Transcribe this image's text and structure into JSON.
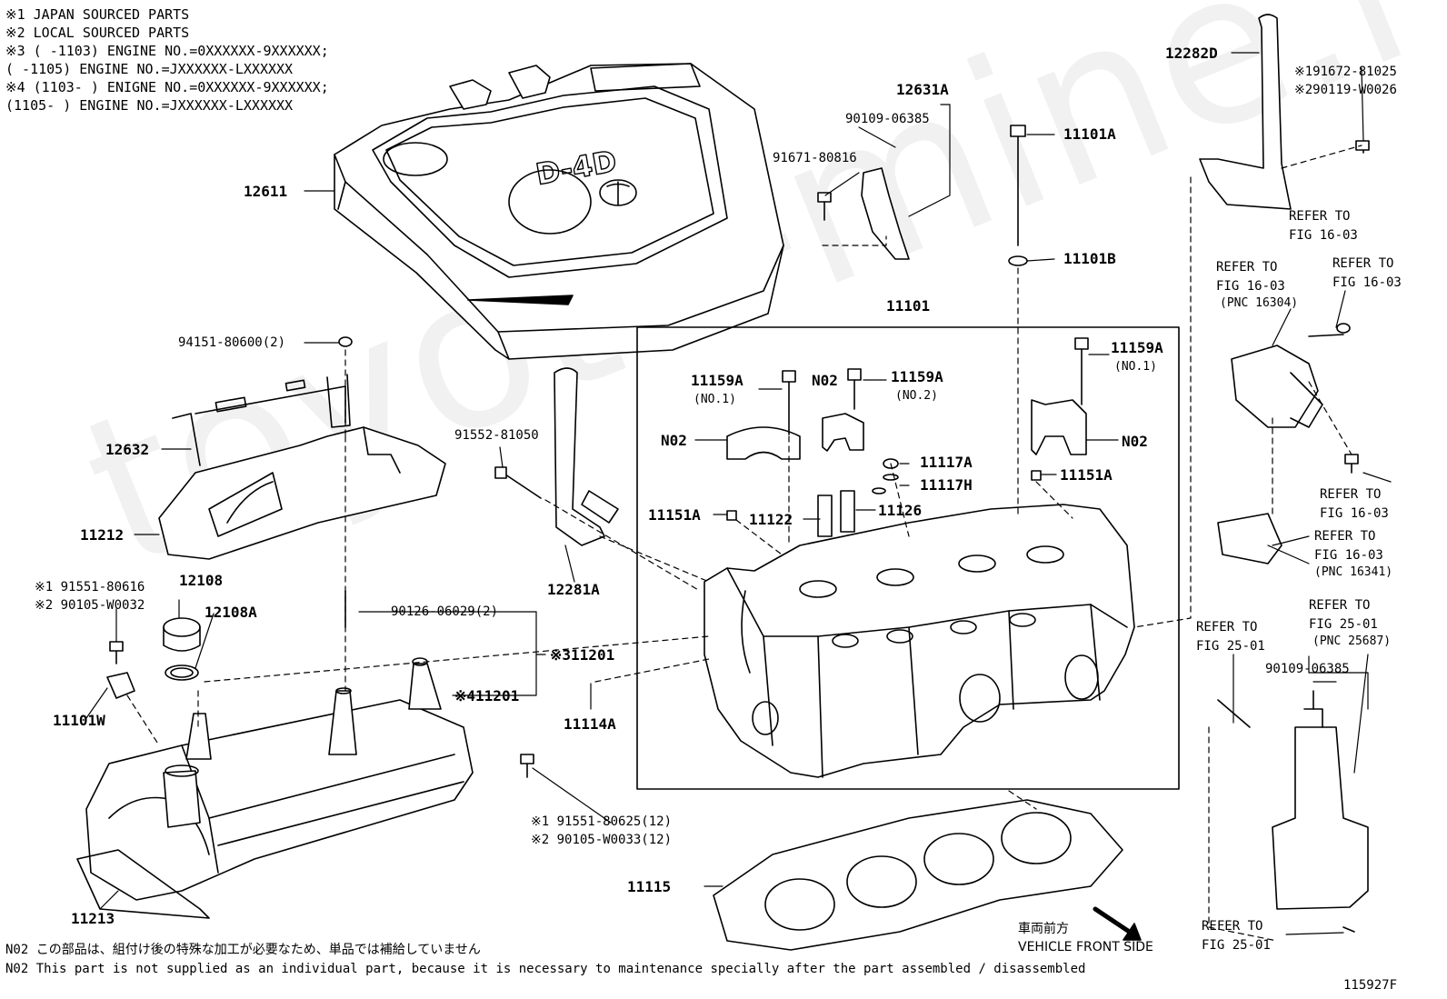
{
  "watermark": "toyota-mine.ru",
  "legend": [
    "※1 JAPAN SOURCED PARTS",
    "※2 LOCAL SOURCED PARTS",
    "※3 (     -1103) ENGINE NO.=0XXXXXX-9XXXXXX;",
    "    (     -1105) ENGINE NO.=JXXXXXX-LXXXXXX",
    "※4 (1103-     ) ENIGNE NO.=0XXXXXX-9XXXXXX;",
    "    (1105-     ) ENGINE NO.=JXXXXXX-LXXXXXX"
  ],
  "labels": {
    "p12611": "12611",
    "p12631A": "12631A",
    "p90109a": "90109-06385",
    "p91671": "91671-80816",
    "p11101A": "11101A",
    "p11101B": "11101B",
    "p12282D": "12282D",
    "p191672": "※191672-81025",
    "p290119": "※290119-W0026",
    "p94151": "94151-80600(2)",
    "p12632": "12632",
    "p11212": "11212",
    "p91552": "91552-81050",
    "p11101": "11101",
    "p11159A_1": "11159A",
    "p11159A_1n": "(NO.1)",
    "pN02_a": "N02",
    "p11159A_2": "11159A",
    "p11159A_2n": "(NO.2)",
    "p11159A_3": "11159A",
    "p11159A_3n": "(NO.1)",
    "pN02_b": "N02",
    "pN02_c": "N02",
    "p11117A": "11117A",
    "p11117H": "11117H",
    "p11151A_a": "11151A",
    "p11151A_b": "11151A",
    "p11122": "11122",
    "p11126": "11126",
    "p12281A": "12281A",
    "p91551a1": "※1 91551-80616",
    "p90105a2": "※2 90105-W0032",
    "p12108": "12108",
    "p12108A": "12108A",
    "p90126": "90126-06029(2)",
    "p11201a": "※311201",
    "p11201b": "※411201",
    "p11114A": "11114A",
    "p11101W": "11101W",
    "p91551b1": "※1 91551-80625(12)",
    "p90105b2": "※2 90105-W0033(12)",
    "p11213": "11213",
    "p11115": "11115",
    "ref1_a": "REFER TO",
    "ref1_b": "FIG 16-03",
    "ref2_a": "REFER TO",
    "ref2_b": "FIG 16-03",
    "ref2_c": "(PNC 16304)",
    "ref3_a": "REFER TO",
    "ref3_b": "FIG 16-03",
    "ref4_a": "REFER TO",
    "ref4_b": "FIG 16-03",
    "ref5_a": "REFER TO",
    "ref5_b": "FIG 16-03",
    "ref5_c": "(PNC 16341)",
    "ref6_a": "REFER TO",
    "ref6_b": "FIG 25-01",
    "ref6_c": "(PNC 25687)",
    "ref7_a": "REFER TO",
    "ref7_b": "FIG 25-01",
    "p90109b": "90109-06385",
    "ref8_a": "REFER TO",
    "ref8_b": "FIG 25-01",
    "front_jp": "車両前方",
    "front_en": "VEHICLE FRONT SIDE",
    "note_jp": "N02  この部品は、組付け後の特殊な加工が必要なため、単品では補給していません",
    "note_en": "N02  This part is not supplied as an individual part, because it is necessary to maintenance specially after the part assembled / disassembled",
    "fig_no": "115927F",
    "cover_text": "D-4D"
  }
}
